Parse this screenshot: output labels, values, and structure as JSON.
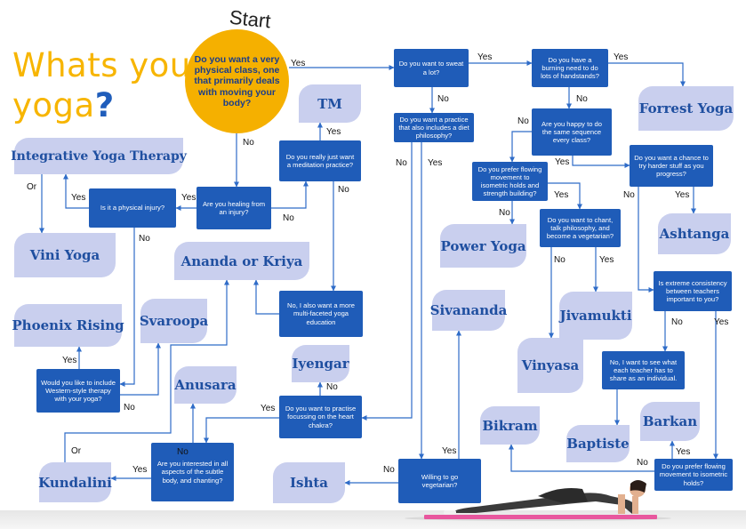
{
  "title": {
    "line1": "Whats your",
    "line2": "yoga",
    "mark": "?"
  },
  "start_label": "Start",
  "start_question": "Do you want a very physical class, one that primarily deals with moving your body?",
  "questions": {
    "q_sweat": "Do you want to sweat a lot?",
    "q_handstands": "Do you have a burning need to do lots of handstands?",
    "q_diet": "Do you want a practice that also includes a diet philosophy?",
    "q_same_sequence": "Are you happy to do the same sequence every class?",
    "q_flowing": "Do you prefer flowing movement to isometric holds and strength building?",
    "q_harder": "Do you want a chance to try harder stuff as you progress?",
    "q_chant": "Do you want to chant, talk philosophy, and become a vegetarian?",
    "q_consistency": "Is extreme consistency between teachers important to you?",
    "q_teacher_share": "No, I want to see what each teacher has to share as an individual.",
    "q_flowing_iso": "Do you prefer flowing movement to isometric holds?",
    "q_meditation": "Do you really just want a meditation practice?",
    "q_injury": "Are you healing from an injury?",
    "q_physical_injury": "Is it a physical injury?",
    "q_multifaceted": "No, I also want a more multi-faceted yoga education",
    "q_western": "Would you like to include Western-style therapy with your yoga?",
    "q_heart": "Do you want to practise focussing on the heart chakra?",
    "q_subtle_body": "Are you interested in all aspects of the subtle body, and chanting?",
    "q_vegetarian": "Willing to go vegetarian?"
  },
  "results": {
    "forrest": "Forrest Yoga",
    "ashtanga": "Ashtanga",
    "power": "Power Yoga",
    "jivamukti": "Jivamukti",
    "vinyasa": "Vinyasa",
    "baptiste": "Baptiste",
    "barkan": "Barkan",
    "bikram": "Bikram",
    "sivananda": "Sivananda",
    "tm": "TM",
    "integrative": "Integrative Yoga Therapy",
    "vini": "Vini Yoga",
    "ananda": "Ananda or Kriya",
    "phoenix": "Phoenix Rising",
    "svaroopa": "Svaroopa",
    "iyengar": "Iyengar",
    "anusara": "Anusara",
    "kundalini": "Kundalini",
    "ishta": "Ishta"
  },
  "edge_labels": {
    "yes": "Yes",
    "no": "No",
    "or": "Or"
  },
  "colors": {
    "title": "#f7b500",
    "question_mark": "#1f5dbb",
    "start_circle": "#f5b000",
    "question_box": "#1f5cb8",
    "result_box": "#c9cfee",
    "result_text": "#1f4fa0",
    "connector": "#2f6cc8"
  }
}
